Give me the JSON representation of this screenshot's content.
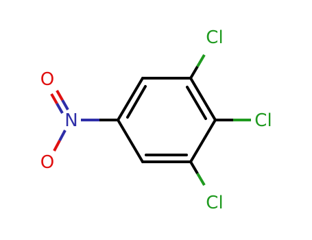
{
  "molecule": {
    "atoms": {
      "cl_top": "Cl",
      "cl_mid": "Cl",
      "cl_bot": "Cl",
      "nitrogen": "N",
      "oxygen_top": "O",
      "oxygen_bot": "O"
    },
    "colors": {
      "bond": "#000000",
      "chlorine": "#1f9a1f",
      "nitrogen": "#2e2ea8",
      "oxygen": "#e01010"
    }
  }
}
